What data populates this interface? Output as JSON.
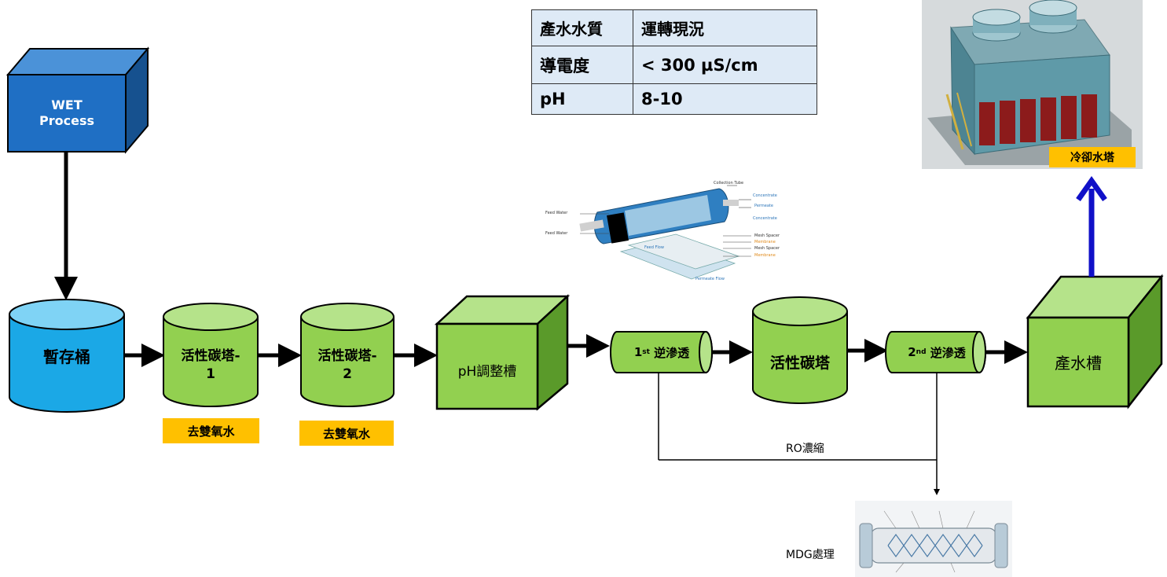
{
  "wet_process": {
    "line1": "WET",
    "line2": "Process"
  },
  "nodes": {
    "storage": "暫存桶",
    "carbon1_line1": "活性碳塔-",
    "carbon1_line2": "1",
    "carbon2_line1": "活性碳塔-",
    "carbon2_line2": "2",
    "ph_tank": "pH調整槽",
    "ro1_sup": "st",
    "ro1_num": "1",
    "ro1_label": "逆滲透",
    "carbon3": "活性碳塔",
    "ro2_num": "2",
    "ro2_sup": "nd",
    "ro2_label": "逆滲透",
    "product_tank": "產水槽"
  },
  "tags": {
    "h2o2_removal_1": "去雙氧水",
    "h2o2_removal_2": "去雙氧水",
    "cooling_tower": "冷卻水塔"
  },
  "notes": {
    "ro_concentrate": "RO濃縮",
    "mdg": "MDG處理"
  },
  "quality_table": {
    "header": [
      "產水水質",
      "運轉現況"
    ],
    "rows": [
      [
        "導電度",
        "< 300 µS/cm"
      ],
      [
        "pH",
        "8-10"
      ]
    ]
  },
  "ro_membrane_labels": {
    "collection_tube": "Collection Tube",
    "concentrate": "Concentrate",
    "permeate": "Permeate",
    "concentrate2": "Concentrate",
    "feed_water_1": "Feed Water",
    "feed_water_2": "Feed Water",
    "feed_flow": "Feed Flow",
    "mesh_spacer_1": "Mesh Spacer",
    "membrane_1": "Membrane",
    "mesh_spacer_2": "Mesh Spacer",
    "membrane_2": "Membrane",
    "permeate_flow": "Permeate Flow"
  },
  "colors": {
    "wet_front": "#1f6fc4",
    "storage_fill": "#1ba8e6",
    "green_fill": "#92d050",
    "green_top": "#b5e38a",
    "orange_tag": "#ffc000",
    "blue_arrow": "#1010c8",
    "table_bg": "#deeaf6"
  }
}
